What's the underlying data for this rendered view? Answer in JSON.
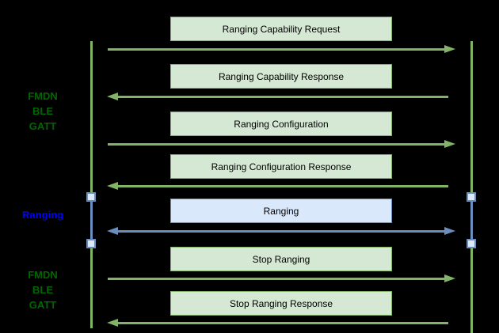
{
  "diagram": {
    "type": "sequence-message-flow",
    "background": "#000000",
    "colors": {
      "green_stroke": "#82b366",
      "green_fill": "#d5e8d4",
      "blue_stroke": "#6c8ebf",
      "blue_fill": "#dae8fc",
      "side_label_green": "#006600",
      "side_label_blue": "#0000ff",
      "box_text": "#000000"
    },
    "side_labels": [
      {
        "lines": [
          "FMDN",
          "BLE",
          "GATT"
        ],
        "color": "#006600"
      },
      {
        "lines": [
          "Ranging"
        ],
        "color": "#0000ff"
      },
      {
        "lines": [
          "FMDN",
          "BLE",
          "GATT"
        ],
        "color": "#006600"
      }
    ],
    "lifelines": {
      "left": {
        "style": "green-with-blue-ranging-segment"
      },
      "right": {
        "style": "green-with-blue-ranging-segment"
      }
    },
    "messages": [
      {
        "label": "Ranging Capability Request",
        "direction": "right",
        "style": "green"
      },
      {
        "label": "Ranging Capability Response",
        "direction": "left",
        "style": "green"
      },
      {
        "label": "Ranging Configuration",
        "direction": "right",
        "style": "green"
      },
      {
        "label": "Ranging Configuration Response",
        "direction": "left",
        "style": "green"
      },
      {
        "label": "Ranging",
        "direction": "both",
        "style": "blue"
      },
      {
        "label": "Stop Ranging",
        "direction": "right",
        "style": "green"
      },
      {
        "label": "Stop Ranging Response",
        "direction": "left",
        "style": "green"
      }
    ]
  }
}
